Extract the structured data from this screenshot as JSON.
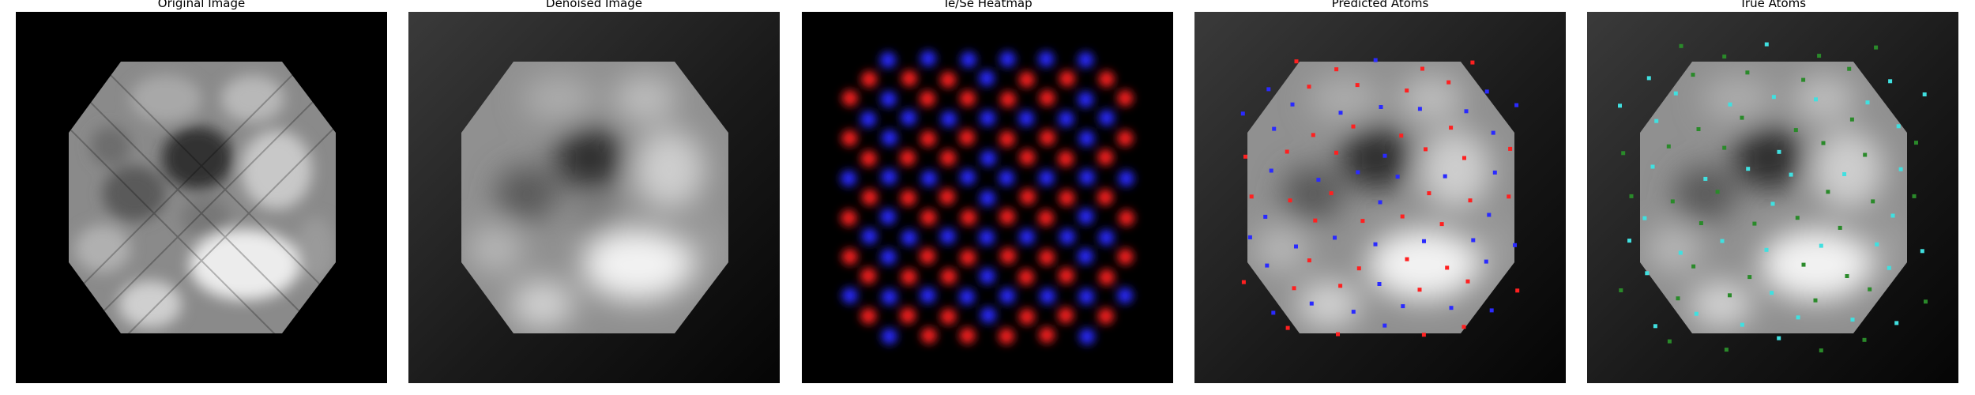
{
  "panels": [
    {
      "title": "Original Image"
    },
    {
      "title": "Denoised Image"
    },
    {
      "title": "Te/Se Heatmap"
    },
    {
      "title": "Predicted Atoms"
    },
    {
      "title": "True Atoms"
    }
  ],
  "colors": {
    "te": "#ff2020",
    "se": "#2a2aff",
    "true_a": "#40e0e0",
    "true_b": "#2a8a2a",
    "background": "#000000"
  }
}
